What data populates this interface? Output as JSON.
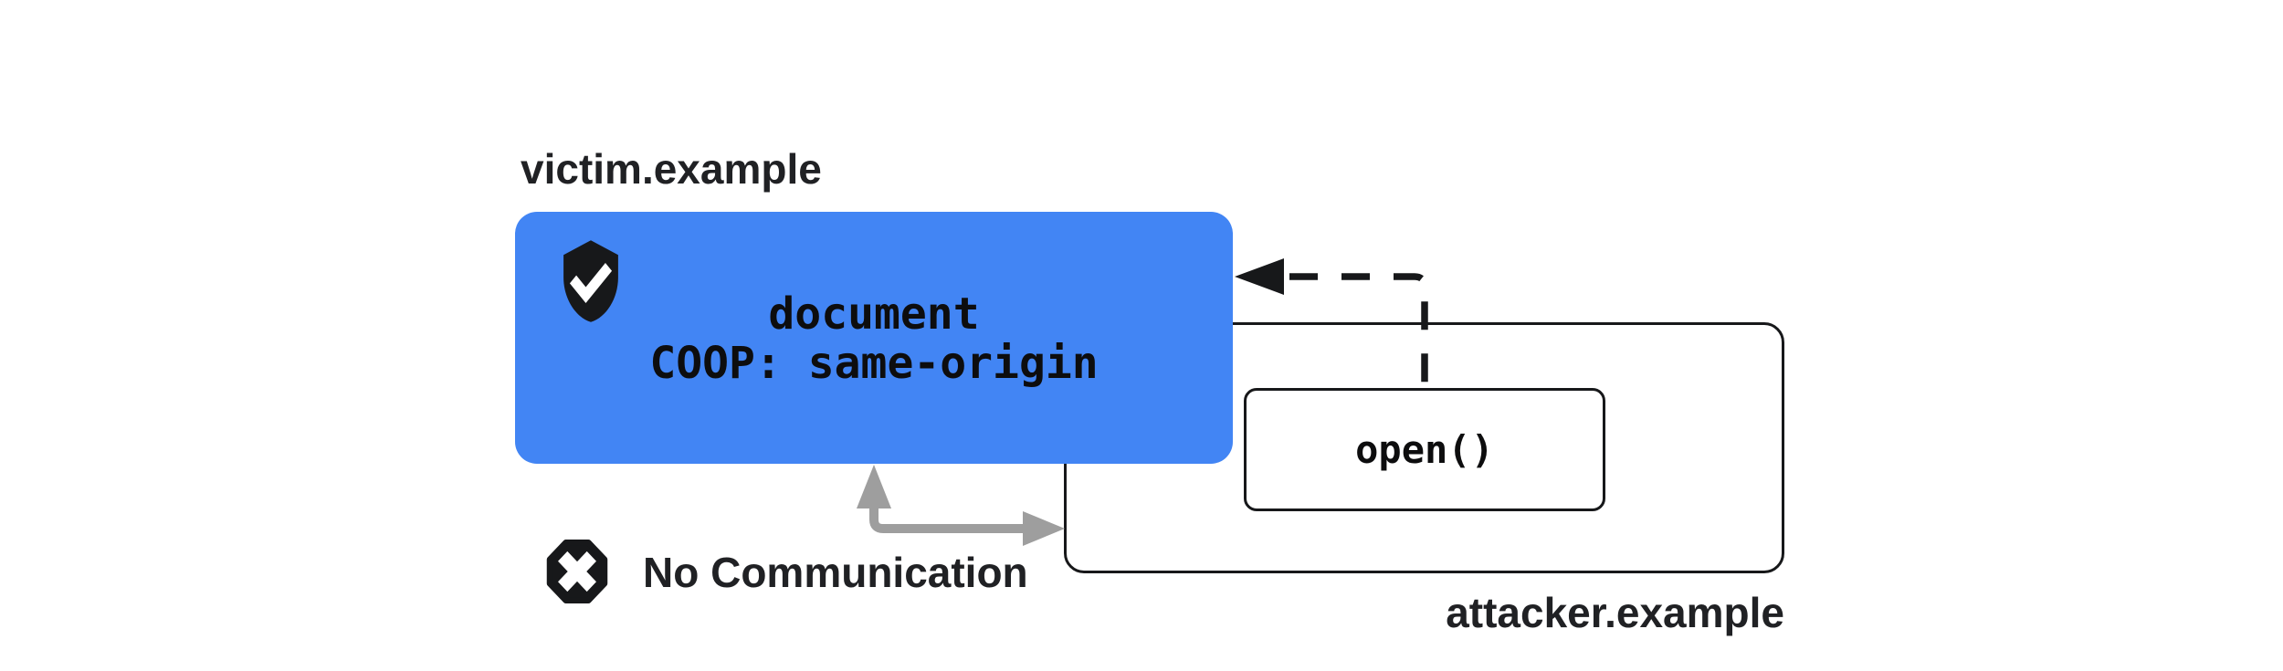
{
  "diagram": {
    "title_hint": "COOP same-origin blocks communication between victim document and attacker opener window",
    "victim": {
      "domain_label": "victim.example",
      "document_line1": "document",
      "document_line2": "COOP: same-origin",
      "shield_icon": "shield-check-icon"
    },
    "attacker": {
      "domain_label": "attacker.example",
      "open_call_label": "open()"
    },
    "blocked": {
      "label": "No Communication",
      "icon": "blocked-x-octagon-icon"
    },
    "arrows": {
      "opener_dashed_arrow": "dashed black elbow arrow from open() call to victim document",
      "blocked_gray_arrow": "gray double-headed elbow arrow between victim document and attacker window"
    },
    "colors": {
      "victim_box": "#4285F4",
      "outline_ink": "#17181a",
      "label_text": "#202124",
      "blocked_arrow_gray": "#9E9E9E",
      "background": "#ffffff"
    }
  }
}
